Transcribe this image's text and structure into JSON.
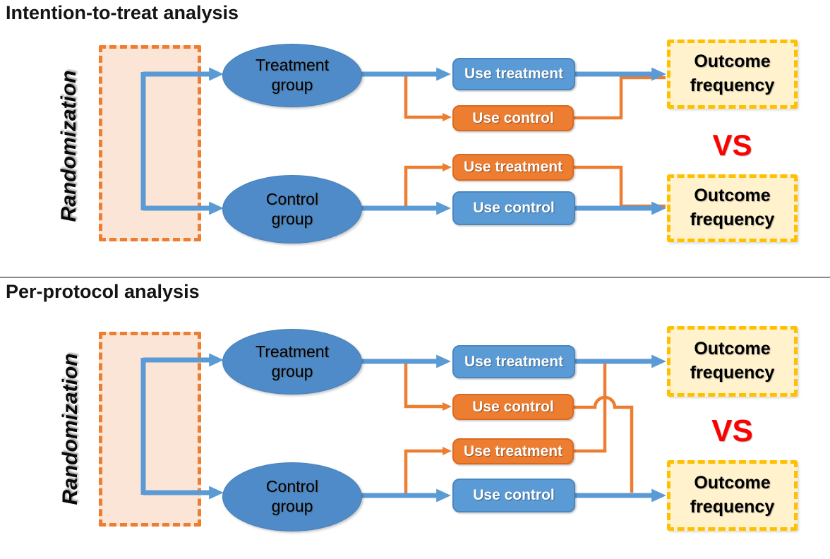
{
  "colors": {
    "blue": "#5B9BD5",
    "orange": "#ED7D31",
    "outcome_fill": "#FFF2CC",
    "outcome_border": "#FFC000",
    "randomization_fill": "#FBE5D6",
    "vs_red": "#FF0000"
  },
  "sections": [
    {
      "title": "Intention-to-treat analysis",
      "randomization_label": "Randomization",
      "treatment_group": "Treatment group",
      "control_group": "Control group",
      "treatment_row": {
        "main_label": "Use treatment",
        "crossover_label": "Use control"
      },
      "control_row": {
        "main_label": "Use control",
        "crossover_label": "Use treatment"
      },
      "treatment_outcome": "Outcome frequency",
      "control_outcome": "Outcome frequency",
      "vs_label": "VS"
    },
    {
      "title": "Per-protocol analysis",
      "randomization_label": "Randomization",
      "treatment_group": "Treatment group",
      "control_group": "Control group",
      "treatment_row": {
        "main_label": "Use treatment",
        "crossover_label": "Use control"
      },
      "control_row": {
        "main_label": "Use control",
        "crossover_label": "Use treatment"
      },
      "treatment_outcome": "Outcome frequency",
      "control_outcome": "Outcome frequency",
      "vs_label": "VS"
    }
  ]
}
